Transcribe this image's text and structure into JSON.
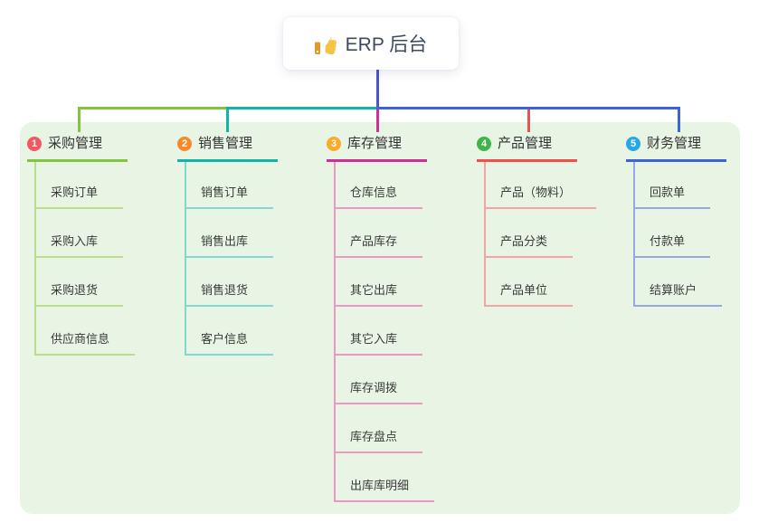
{
  "root": {
    "title": "ERP 后台",
    "icon": "thumbs-up-icon"
  },
  "colors": {
    "panel_bg": "#e8f5e4",
    "root_connector": "#4d54cb",
    "icon_hand": "#f6c445",
    "icon_cuff": "#e09b2d"
  },
  "branches": [
    {
      "badge": "1",
      "label": "采购管理",
      "color": "#85c440",
      "light_color": "#b7dd8d",
      "badge_color": "#f3575f",
      "children": [
        "采购订单",
        "采购入库",
        "采购退货",
        "供应商信息"
      ]
    },
    {
      "badge": "2",
      "label": "销售管理",
      "color": "#12b3a8",
      "light_color": "#84d7cf",
      "badge_color": "#f7892b",
      "children": [
        "销售订单",
        "销售出库",
        "销售退货",
        "客户信息"
      ]
    },
    {
      "badge": "3",
      "label": "库存管理",
      "color": "#ce2e96",
      "light_color": "#f096c3",
      "badge_color": "#f8ac28",
      "children": [
        "仓库信息",
        "产品库存",
        "其它出库",
        "其它入库",
        "库存调拨",
        "库存盘点",
        "出库库明细"
      ]
    },
    {
      "badge": "4",
      "label": "产品管理",
      "color": "#f0504d",
      "light_color": "#f7a3a5",
      "badge_color": "#3cb549",
      "children": [
        "产品（物料）",
        "产品分类",
        "产品单位"
      ]
    },
    {
      "badge": "5",
      "label": "财务管理",
      "color": "#3d63d6",
      "light_color": "#93a9e0",
      "badge_color": "#28a8e0",
      "children": [
        "回款单",
        "付款单",
        "结算账户"
      ]
    }
  ]
}
